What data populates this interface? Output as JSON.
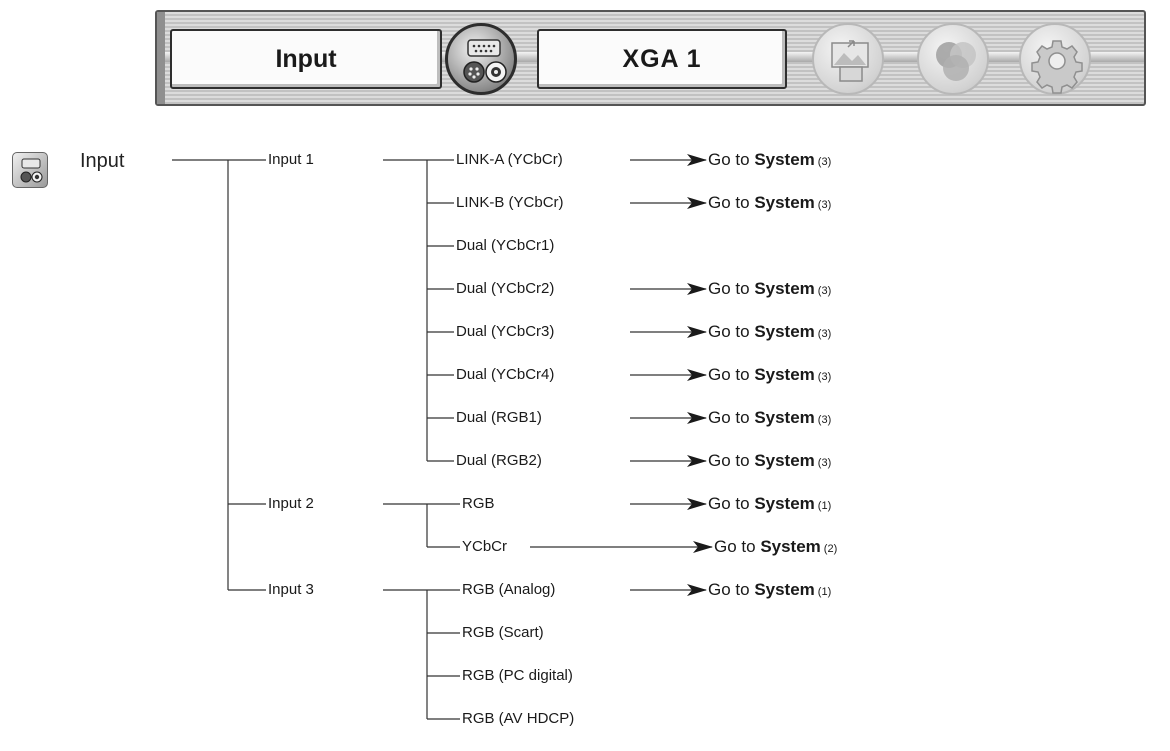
{
  "menu": {
    "name": "Input",
    "value": "XGA 1",
    "icons": [
      "input-icon",
      "image-adjust-icon",
      "color-icon",
      "setting-icon"
    ]
  },
  "legend": {
    "label": "Input",
    "icon": "input-icon"
  },
  "tree": {
    "inputs": [
      {
        "label": "Input 1",
        "children": [
          {
            "label": "LINK-A (YCbCr)",
            "goto": {
              "prefix": "Go to",
              "target": "System",
              "num": "(3)"
            }
          },
          {
            "label": "LINK-B (YCbCr)",
            "goto": {
              "prefix": "Go to",
              "target": "System",
              "num": "(3)"
            }
          },
          {
            "label": "Dual (YCbCr1)"
          },
          {
            "label": "Dual (YCbCr2)",
            "goto": {
              "prefix": "Go to",
              "target": "System",
              "num": "(3)"
            }
          },
          {
            "label": "Dual (YCbCr3)",
            "goto": {
              "prefix": "Go to",
              "target": "System",
              "num": "(3)"
            }
          },
          {
            "label": "Dual (YCbCr4)",
            "goto": {
              "prefix": "Go to",
              "target": "System",
              "num": "(3)"
            }
          },
          {
            "label": "Dual (RGB1)",
            "goto": {
              "prefix": "Go to",
              "target": "System",
              "num": "(3)"
            }
          },
          {
            "label": "Dual (RGB2)",
            "goto": {
              "prefix": "Go to",
              "target": "System",
              "num": "(3)"
            }
          }
        ]
      },
      {
        "label": "Input 2",
        "children": [
          {
            "label": "RGB",
            "goto": {
              "prefix": "Go to",
              "target": "System",
              "num": "(1)"
            }
          },
          {
            "label": "YCbCr",
            "goto": {
              "prefix": "Go to",
              "target": "System",
              "num": "(2)"
            }
          }
        ]
      },
      {
        "label": "Input 3",
        "children": [
          {
            "label": "RGB (Analog)",
            "goto": {
              "prefix": "Go to",
              "target": "System",
              "num": "(1)"
            }
          },
          {
            "label": "RGB (Scart)"
          },
          {
            "label": "RGB (PC digital)"
          },
          {
            "label": "RGB (AV HDCP)"
          }
        ]
      }
    ]
  }
}
